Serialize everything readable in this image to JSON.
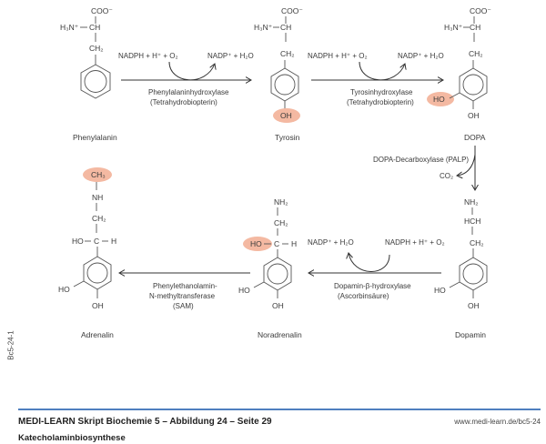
{
  "compounds": {
    "phenylalanin": {
      "name": "Phenylalanin",
      "coo": "COO⁻",
      "amine": "H₃N⁺",
      "ch": "CH",
      "ch2": "CH₂"
    },
    "tyrosin": {
      "name": "Tyrosin",
      "coo": "COO⁻",
      "amine": "H₃N⁺",
      "ch": "CH",
      "ch2": "CH₂",
      "oh": "OH"
    },
    "dopa": {
      "name": "DOPA",
      "coo": "COO⁻",
      "amine": "H₃N⁺",
      "ch": "CH",
      "ch2": "CH₂",
      "ho": "HO",
      "oh": "OH"
    },
    "dopamin": {
      "name": "Dopamin",
      "nh2": "NH₂",
      "hch": "HCH",
      "ch2": "CH₂",
      "ho": "HO",
      "oh": "OH"
    },
    "noradrenalin": {
      "name": "Noradrenalin",
      "nh2": "NH₂",
      "ch2": "CH₂",
      "ho_side": "HO",
      "c": "C",
      "h": "H",
      "ho": "HO",
      "oh": "OH"
    },
    "adrenalin": {
      "name": "Adrenalin",
      "ch3": "CH₃",
      "nh": "NH",
      "ch2": "CH₂",
      "ho_side": "HO",
      "c": "C",
      "h": "H",
      "ho": "HO",
      "oh": "OH"
    }
  },
  "reactions": {
    "r1": {
      "substrate": "NADPH + H⁺ + O₂",
      "product": "NADP⁺ + H₂O",
      "enzyme": "Phenylalaninhydroxylase",
      "cofactor": "(Tetrahydrobiopterin)"
    },
    "r2": {
      "substrate": "NADPH + H⁺ + O₂",
      "product": "NADP⁺ + H₂O",
      "enzyme": "Tyrosinhydroxylase",
      "cofactor": "(Tetrahydrobiopterin)"
    },
    "r3": {
      "enzyme": "DOPA-Decarboxylase (PALP)",
      "product": "CO₂"
    },
    "r4": {
      "substrate": "NADPH + H⁺ + O₂",
      "product": "NADP⁺ + H₂O",
      "enzyme": "Dopamin-β-hydroxylase",
      "cofactor": "(Ascorbinsäure)"
    },
    "r5": {
      "enzyme_line1": "Phenylethanolamin-",
      "enzyme_line2": "N-methyltransferase",
      "cofactor": "(SAM)"
    }
  },
  "colors": {
    "highlight": "#f4b9a2",
    "footer_rule": "#4f7fbf"
  },
  "footer": {
    "title": "MEDI-LEARN Skript Biochemie 5 – Abbildung 24 – Seite 29",
    "subtitle": "Katecholaminbiosynthese",
    "url": "www.medi-learn.de/bc5-24",
    "code": "Bc5-24-1"
  }
}
